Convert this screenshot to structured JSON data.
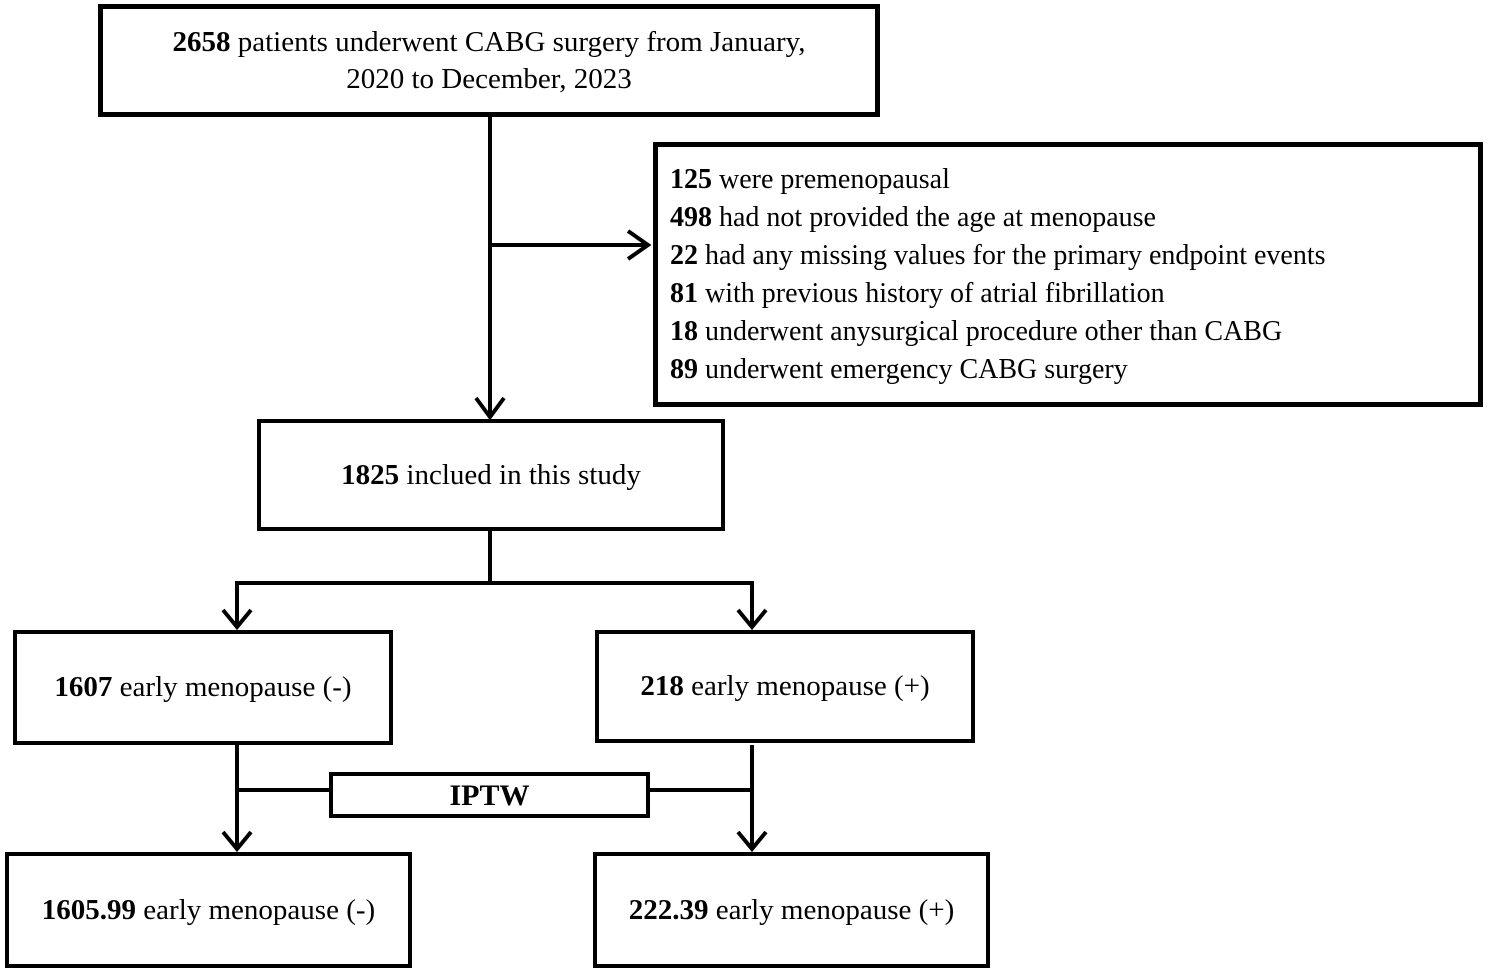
{
  "diagram": {
    "top_box": {
      "number": "2658",
      "line1_rest": " patients underwent CABG surgery from January,",
      "line2": "2020 to December, 2023"
    },
    "exclusion_box": {
      "items": [
        {
          "number": "125",
          "text": " were premenopausal"
        },
        {
          "number": "498",
          "text": " had not provided the age at menopause"
        },
        {
          "number": "22",
          "text": " had any missing values for the primary endpoint events"
        },
        {
          "number": "81",
          "text": " with previous history of atrial fibrillation"
        },
        {
          "number": "18",
          "text": " underwent anysurgical procedure other than CABG"
        },
        {
          "number": "89",
          "text": " underwent emergency CABG surgery"
        }
      ]
    },
    "included_box": {
      "number": "1825",
      "text": " inclued in this study"
    },
    "no_early_menopause_box": {
      "number": "1607",
      "text": " early menopause (-)"
    },
    "early_menopause_box": {
      "number": "218",
      "text": " early menopause (+)"
    },
    "iptw_box": {
      "label": "IPTW"
    },
    "weighted_no_early_menopause_box": {
      "number": "1605.99",
      "text": " early menopause (-)"
    },
    "weighted_early_menopause_box": {
      "number": "222.39",
      "text": " early menopause (+)"
    }
  },
  "colors": {
    "line": "#000000",
    "text": "#000000",
    "background": "#ffffff"
  }
}
